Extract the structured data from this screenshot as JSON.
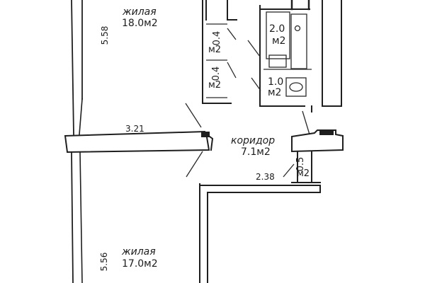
{
  "plan": {
    "rooms": [
      {
        "id": "living-top",
        "name": "жилая",
        "area": "18.0м2"
      },
      {
        "id": "living-bottom",
        "name": "жилая",
        "area": "17.0м2"
      },
      {
        "id": "corridor",
        "name": "коридор",
        "area": "7.1м2"
      },
      {
        "id": "closet-1",
        "value": "0.4",
        "unit": "м2"
      },
      {
        "id": "closet-2",
        "value": "0.4",
        "unit": "м2"
      },
      {
        "id": "bathroom",
        "value": "2.0",
        "unit": "м2"
      },
      {
        "id": "toilet",
        "value": "1.0",
        "unit": "м2"
      },
      {
        "id": "closet-3",
        "value": "0.5",
        "unit": "м2"
      }
    ],
    "dimensions": {
      "top_height": "5.58",
      "bottom_height": "5.56",
      "wall_width": "3.21",
      "corridor_width": "2.38"
    },
    "colors": {
      "ink": "#1f1f1f",
      "paper": "#ffffff"
    }
  }
}
